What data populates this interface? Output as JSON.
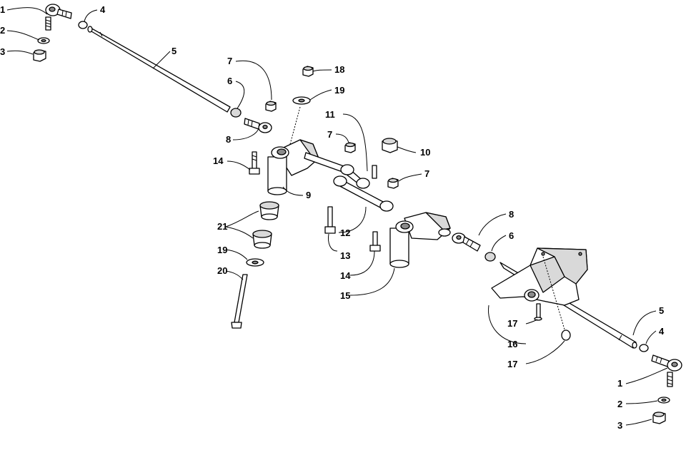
{
  "callouts": [
    "1",
    "2",
    "3",
    "4",
    "5",
    "7",
    "6",
    "8",
    "14",
    "18",
    "19",
    "11",
    "7",
    "10",
    "7",
    "9",
    "21",
    "19",
    "20",
    "12",
    "13",
    "14",
    "15",
    "8",
    "6",
    "5",
    "4",
    "17",
    "16",
    "17",
    "1",
    "2",
    "3"
  ]
}
